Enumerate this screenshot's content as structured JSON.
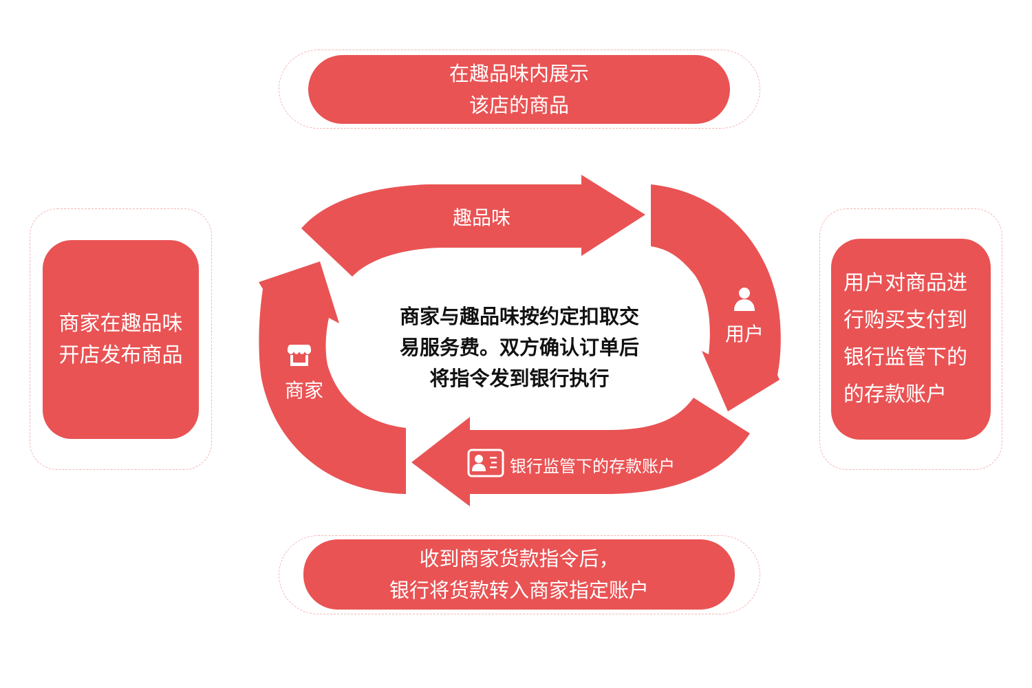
{
  "colors": {
    "accent": "#e95354",
    "dashed_border": "#f2b5b2",
    "center_text": "#111111"
  },
  "top_box": {
    "lines": [
      "在趣品味内展示",
      "该店的商品"
    ]
  },
  "left_box": {
    "lines": [
      "商家在趣品味",
      "开店发布商品"
    ]
  },
  "right_box": {
    "lines": [
      "用户对商品进",
      "行购买支付到",
      "银行监管下的",
      "的存款账户"
    ]
  },
  "bottom_box": {
    "lines": [
      "收到商家货款指令后，",
      "银行将货款转入商家指定账户"
    ]
  },
  "cycle": {
    "top_arrow": {
      "label": "趣品味"
    },
    "right_arrow": {
      "label": "用户",
      "icon": "user-icon"
    },
    "bottom_arrow": {
      "label": "银行监管下的存款账户",
      "icon": "id-card-icon"
    },
    "left_arrow": {
      "label": "商家",
      "icon": "storefront-icon"
    }
  },
  "center": {
    "lines": [
      "商家与趣品味按约定扣取交",
      "易服务费。双方确认订单后",
      "将指令发到银行执行"
    ]
  }
}
